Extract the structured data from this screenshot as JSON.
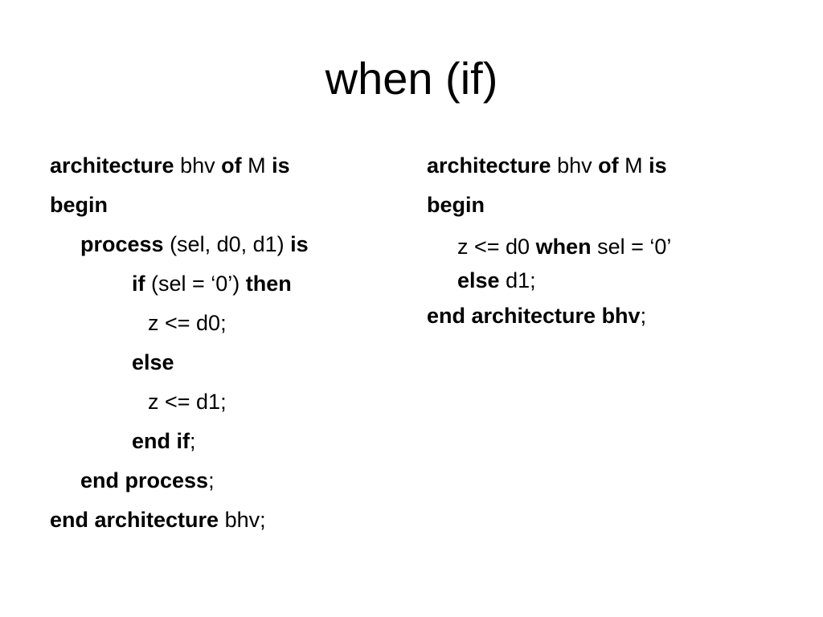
{
  "slide": {
    "title": "when (if)"
  },
  "left_code": {
    "line1": {
      "kw1": "architecture",
      "t1": " bhv ",
      "kw2": "of",
      "t2": " M ",
      "kw3": "is"
    },
    "line2": {
      "kw1": "begin"
    },
    "line3": {
      "kw1": "process",
      "t1": " (sel, d0, d1) ",
      "kw2": "is"
    },
    "line4": {
      "kw1": "if",
      "t1": " (sel = ‘0’) ",
      "kw2": "then"
    },
    "line5": {
      "t1": "z <= d0;"
    },
    "line6": {
      "kw1": "else"
    },
    "line7": {
      "t1": "z <= d1;"
    },
    "line8": {
      "kw1": "end if",
      "t1": ";"
    },
    "line9": {
      "kw1": "end process",
      "t1": ";"
    },
    "line10": {
      "kw1": "end architecture",
      "t1": " bhv;"
    }
  },
  "right_code": {
    "line1": {
      "kw1": "architecture",
      "t1": " bhv ",
      "kw2": "of",
      "t2": " M ",
      "kw3": "is"
    },
    "line2": {
      "kw1": "begin"
    },
    "line3": {
      "t1": "z <= d0 ",
      "kw1": "when",
      "t2": " sel = ‘0’ ",
      "kw2": "else",
      "t3": " d1;"
    },
    "line4": {
      "kw1": "end architecture bhv",
      "t1": ";"
    }
  }
}
